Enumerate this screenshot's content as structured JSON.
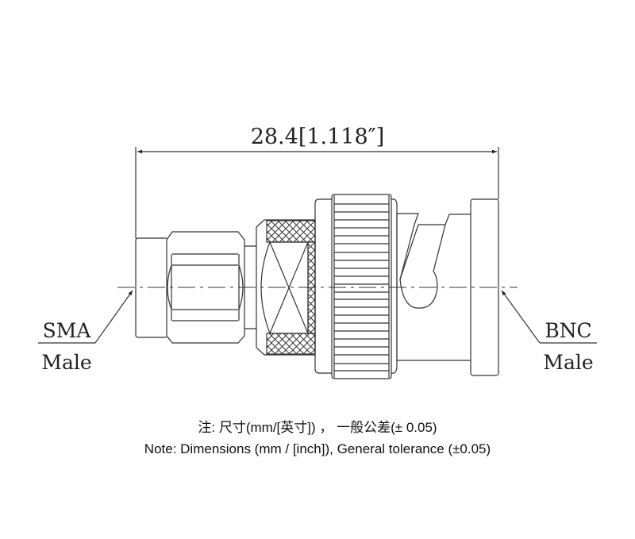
{
  "dimension": {
    "label": "28.4[1.118″]"
  },
  "left_label": {
    "line1": "SMA",
    "line2": "Male"
  },
  "right_label": {
    "line1": "BNC",
    "line2": "Male"
  },
  "notes": {
    "chinese": "注:  尺寸(mm/[英寸]) ，  一般公差(±  0.05)",
    "english": "Note: Dimensions (mm / [inch]), General tolerance (±0.05)"
  },
  "colors": {
    "line": "#333333",
    "background": "#ffffff"
  }
}
